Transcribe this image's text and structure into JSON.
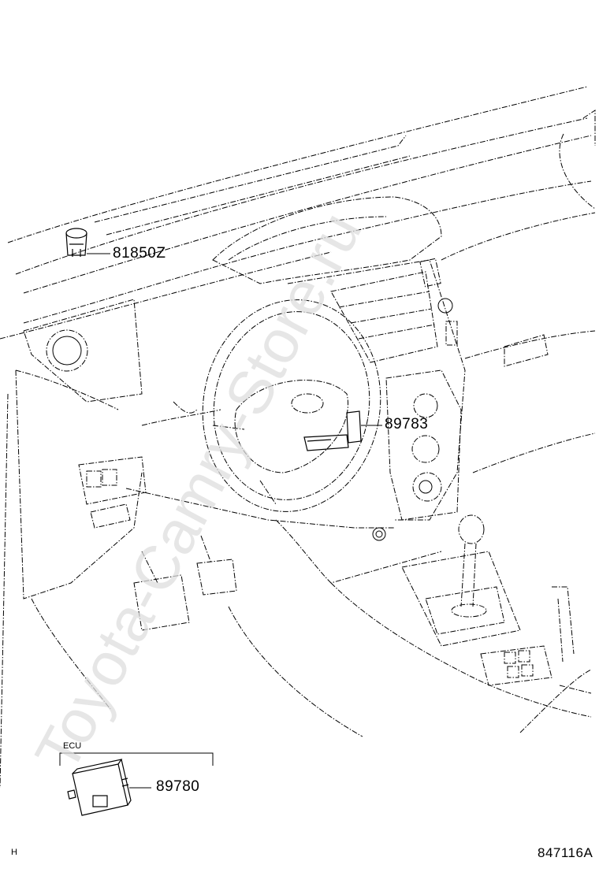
{
  "callouts": {
    "p81850z": "81850Z",
    "p89783": "89783",
    "p89780": "89780"
  },
  "ecu_group_label": "ECU",
  "corner_mark": "H",
  "figure_id": "847116A",
  "watermark_text": "Toyota-Camry-Store.ru",
  "colors": {
    "line": "#000000",
    "watermark": "#d8d8d8"
  }
}
